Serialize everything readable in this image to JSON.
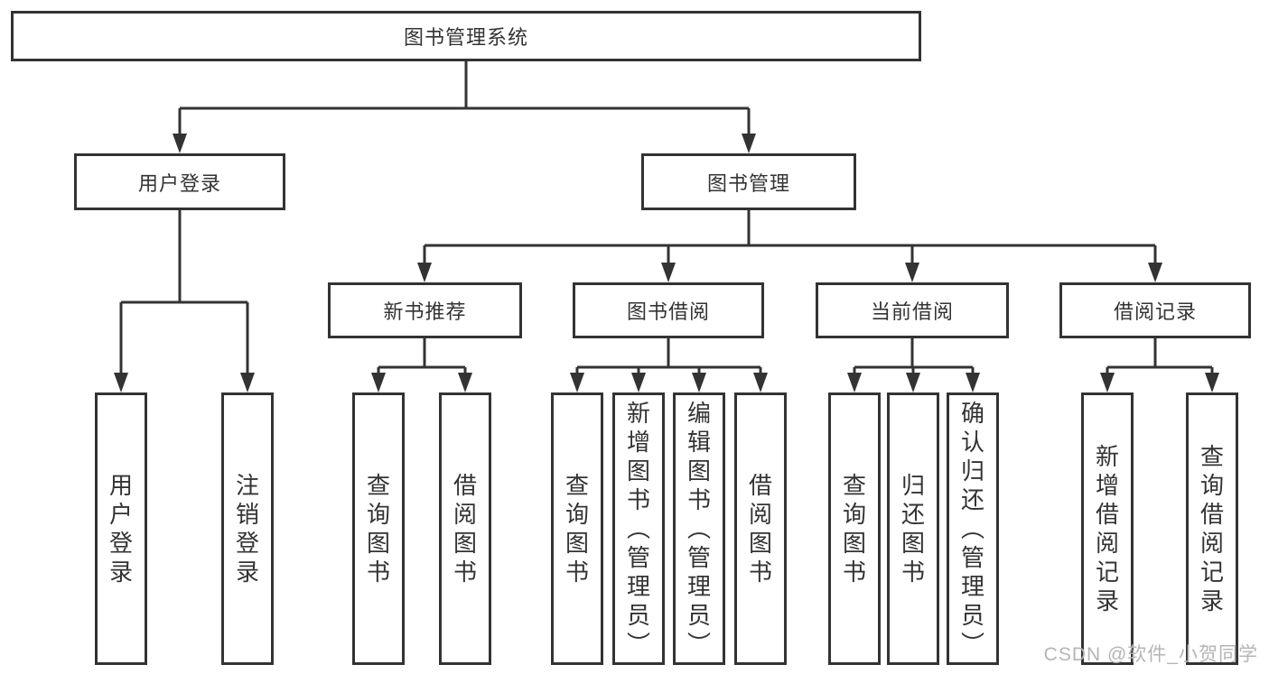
{
  "title": "图书管理系统",
  "level2": [
    {
      "label": "用户登录"
    },
    {
      "label": "图书管理"
    }
  ],
  "level3": [
    {
      "label": "新书推荐"
    },
    {
      "label": "图书借阅"
    },
    {
      "label": "当前借阅"
    },
    {
      "label": "借阅记录"
    }
  ],
  "leaves": {
    "user_login": [
      "用户登录",
      "注销登录"
    ],
    "new_book": [
      "查询图书",
      "借阅图书"
    ],
    "book_borrow": [
      "查询图书",
      "新增图书（管理员）",
      "编辑图书（管理员）",
      "借阅图书"
    ],
    "current_borrow": [
      "查询图书",
      "归还图书",
      "确认归还（管理员）"
    ],
    "borrow_records": [
      "新增借阅记录",
      "查询借阅记录"
    ]
  },
  "watermark": {
    "text": "CSDN @软件_小贺同学"
  },
  "colors": {
    "line": "#333333",
    "text": "#333333",
    "box_background": "#ffffff",
    "watermark": "#b5b5b5",
    "page_background": "#ffffff"
  }
}
